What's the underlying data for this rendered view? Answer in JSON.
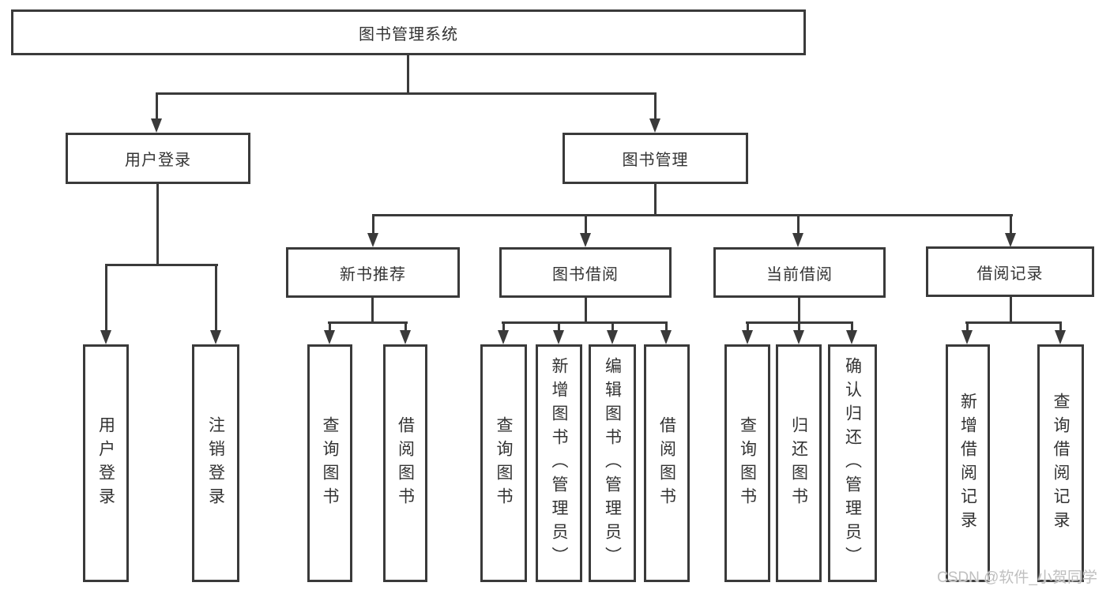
{
  "diagram": {
    "type": "tree",
    "root": {
      "label": "图书管理系统",
      "children": [
        {
          "label": "用户登录",
          "children": [
            {
              "label": "用户登录"
            },
            {
              "label": "注销登录"
            }
          ]
        },
        {
          "label": "图书管理",
          "children": [
            {
              "label": "新书推荐",
              "children": [
                {
                  "label": "查询图书"
                },
                {
                  "label": "借阅图书"
                }
              ]
            },
            {
              "label": "图书借阅",
              "children": [
                {
                  "label": "查询图书"
                },
                {
                  "label": "新增图书（管理员）"
                },
                {
                  "label": "编辑图书（管理员）"
                },
                {
                  "label": "借阅图书"
                }
              ]
            },
            {
              "label": "当前借阅",
              "children": [
                {
                  "label": "查询图书"
                },
                {
                  "label": "归还图书"
                },
                {
                  "label": "确认归还（管理员）"
                }
              ]
            },
            {
              "label": "借阅记录",
              "children": [
                {
                  "label": "新增借阅记录"
                },
                {
                  "label": "查询借阅记录"
                }
              ]
            }
          ]
        }
      ]
    }
  },
  "watermark": {
    "text": "CSDN @软件_小贺同学"
  },
  "colors": {
    "line": "#3a3a3a",
    "text": "#333333",
    "watermark": "#bfbfbf",
    "background": "#ffffff"
  }
}
